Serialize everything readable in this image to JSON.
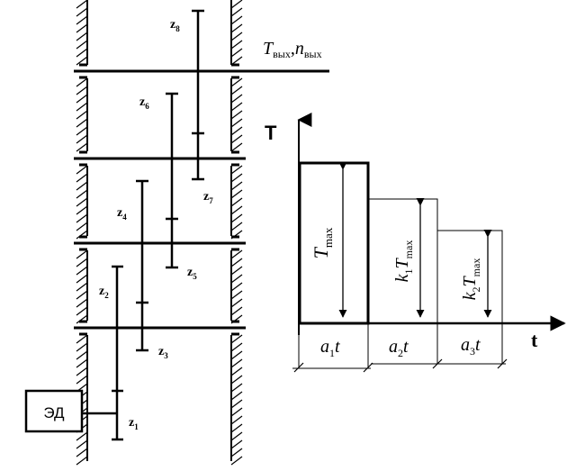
{
  "gearbox": {
    "motor_label": "ЭД",
    "output_label": "Tвых ,nвых",
    "output_T": "T",
    "output_T_sub": "вых",
    "output_n": "n",
    "output_n_sub": "вых",
    "gears": [
      {
        "z": "z",
        "sub": "1"
      },
      {
        "z": "z",
        "sub": "2"
      },
      {
        "z": "z",
        "sub": "3"
      },
      {
        "z": "z",
        "sub": "4"
      },
      {
        "z": "z",
        "sub": "5"
      },
      {
        "z": "z",
        "sub": "6"
      },
      {
        "z": "z",
        "sub": "7"
      },
      {
        "z": "z",
        "sub": "8"
      }
    ]
  },
  "load_chart": {
    "y_axis_label": "T",
    "x_axis_label": "t",
    "steps": [
      {
        "level_label": "Tmax",
        "level_main": "T",
        "level_sub": "max",
        "coef": "",
        "coef_sub": "",
        "duration_label": "a1t",
        "dur_a": "a",
        "dur_sub": "1",
        "dur_t": "t"
      },
      {
        "level_label": "k1Tmax",
        "level_main": "T",
        "level_sub": "max",
        "coef": "k",
        "coef_sub": "1",
        "duration_label": "a2t",
        "dur_a": "a",
        "dur_sub": "2",
        "dur_t": "t"
      },
      {
        "level_label": "k2Tmax",
        "level_main": "T",
        "level_sub": "max",
        "coef": "k",
        "coef_sub": "2",
        "duration_label": "a3t",
        "dur_a": "a",
        "dur_sub": "3",
        "dur_t": "t"
      }
    ]
  }
}
